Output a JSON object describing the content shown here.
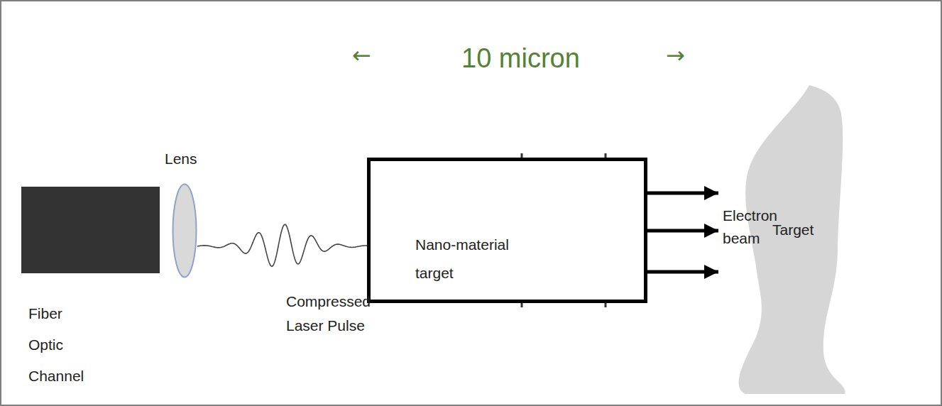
{
  "diagram": {
    "nodes": [
      {
        "text": [
          "Fiber Optic Channel"
        ]
      },
      {
        "text": [
          "Lens"
        ]
      },
      {
        "text": [
          "Nano-material target"
        ]
      },
      {
        "text": [
          "Target"
        ]
      }
    ],
    "edges": [
      {
        "from": 1,
        "to": 2,
        "arrow": "none"
      },
      {
        "from": 2,
        "to": 3,
        "arrow": "to"
      }
    ],
    "labels": [
      "←",
      "10 micron",
      "→",
      "Compressed Laser Pulse",
      "Electron beam"
    ]
  }
}
